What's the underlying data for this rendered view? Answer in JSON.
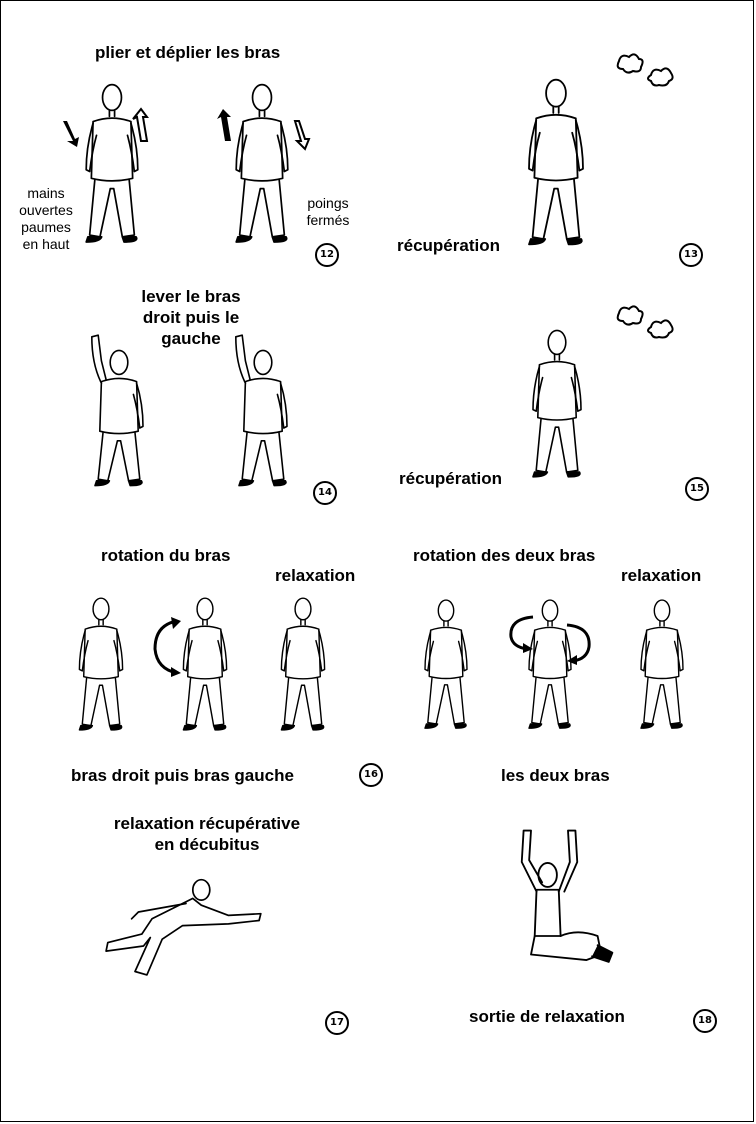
{
  "panels": {
    "p12": {
      "title": "plier et déplier les bras",
      "left_note": [
        "mains",
        "ouvertes",
        "paumes",
        "en haut"
      ],
      "right_note": [
        "poings",
        "fermés"
      ],
      "number": "12"
    },
    "p13": {
      "caption": "récupération",
      "number": "13"
    },
    "p14": {
      "title": [
        "lever le bras",
        "droit puis le",
        "gauche"
      ],
      "number": "14"
    },
    "p15": {
      "caption": "récupération",
      "number": "15"
    },
    "p16": {
      "title": "rotation du bras",
      "relax": "relaxation",
      "caption": "bras droit puis bras gauche",
      "number": "16"
    },
    "p16b": {
      "title": "rotation des deux bras",
      "relax": "relaxation",
      "caption": "les deux bras"
    },
    "p17": {
      "title": [
        "relaxation récupérative",
        "en décubitus"
      ],
      "number": "17"
    },
    "p18": {
      "caption": "sortie de relaxation",
      "number": "18"
    }
  }
}
